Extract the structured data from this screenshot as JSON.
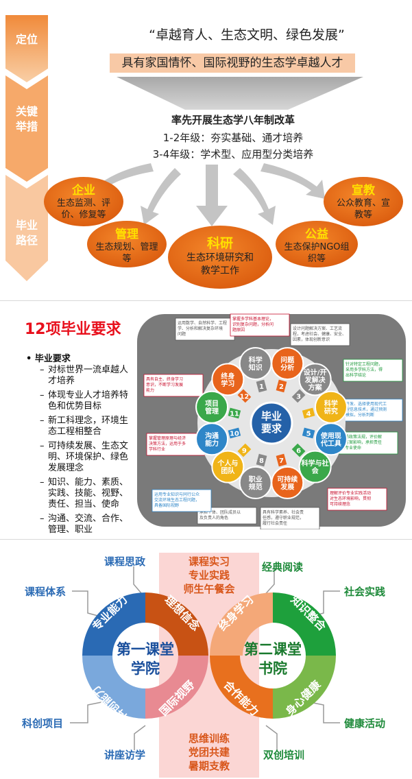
{
  "section1": {
    "stages": [
      "定位",
      "关键\n举措",
      "毕业\n路径"
    ],
    "motto": "“卓越育人、生态文明、绿色发展”",
    "goal": "具有家国情怀、国际视野的生态学卓越人才",
    "reform_title": "率先开展生态学八年制改革",
    "years": [
      "1-2年级：夯实基础、通才培养",
      "3-4年级：学术型、应用型分类培养"
    ],
    "paths": [
      {
        "title": "企业",
        "desc": [
          "生态监测、评",
          "价、修复等"
        ]
      },
      {
        "title": "管理",
        "desc": [
          "生态规划、管理",
          "等"
        ]
      },
      {
        "title": "科研",
        "desc": [
          "生态环境研究和",
          "教学工作"
        ]
      },
      {
        "title": "公益",
        "desc": [
          "生态保护NGO组",
          "织等"
        ]
      },
      {
        "title": "宣教",
        "desc": [
          "公众教育、宣",
          "教等"
        ]
      }
    ]
  },
  "section2": {
    "title": "12项毕业要求",
    "req_head": "毕业要求",
    "req_items": [
      "对标世界一流卓越人才培养",
      "体现专业人才培养特色和优势目标",
      "新工科理念，环境生态工程相整合",
      "可持续发展、生态文明、环境保护、绿色发展理念",
      "知识、能力、素质、实践、技能、视野、责任、担当、使命",
      "沟通、交流、合作、管理、职业"
    ],
    "center": [
      "毕业",
      "要求"
    ],
    "nodes": [
      {
        "label": [
          "问题",
          "分析"
        ],
        "color": "#e8641c",
        "num": "2"
      },
      {
        "label": [
          "设计/开",
          "发解决",
          "方案"
        ],
        "color": "#888888",
        "num": "3"
      },
      {
        "label": [
          "科学",
          "研究"
        ],
        "color": "#f0b418",
        "num": "4"
      },
      {
        "label": [
          "使用现",
          "代工具"
        ],
        "color": "#2e86c8",
        "num": "5"
      },
      {
        "label": [
          "科学与社",
          "会"
        ],
        "color": "#3aa84a",
        "num": "6"
      },
      {
        "label": [
          "可持续",
          "发展"
        ],
        "color": "#e8641c",
        "num": "7"
      },
      {
        "label": [
          "职业",
          "规范"
        ],
        "color": "#888888",
        "num": "8"
      },
      {
        "label": [
          "个人与",
          "团队"
        ],
        "color": "#f0b418",
        "num": "9"
      },
      {
        "label": [
          "沟通",
          "能力"
        ],
        "color": "#2e86c8",
        "num": "10"
      },
      {
        "label": [
          "项目",
          "管理"
        ],
        "color": "#3aa84a",
        "num": "11"
      },
      {
        "label": [
          "终身",
          "学习"
        ],
        "color": "#e8641c",
        "num": "12"
      },
      {
        "label": [
          "科学",
          "知识"
        ],
        "color": "#888888",
        "num": "1"
      }
    ],
    "notes": [
      {
        "lines": [
          "运用数学、自然科学、工程",
          "学、分析和解决复杂环境",
          "问题"
        ],
        "color": "#555555"
      },
      {
        "lines": [
          "掌握多学科基本理论，",
          "识别复杂问题，分析问",
          "题原因"
        ],
        "color": "#c8102e"
      },
      {
        "lines": [
          "设计问题解决方案、工艺流",
          "程，考虑社会、健康、安全、",
          "因素，体现创新意识"
        ],
        "color": "#555555"
      },
      {
        "lines": [
          "针对特定工程问题，",
          "采用多学科方法，得",
          "出科学结论"
        ],
        "color": "#1e9a3c"
      },
      {
        "lines": [
          "开发、选择使用现代工",
          "程信息技术，通过预测",
          "模拟，分析判断"
        ],
        "color": "#2e86c8"
      },
      {
        "lines": [
          "熟悉政策法规，评价解",
          "决方案影响，承担责任",
          "和专业使命"
        ],
        "color": "#1e9a3c"
      },
      {
        "lines": [
          "理解评价专业实践活动",
          "对生态环境影响，贯彻",
          "可持续理念"
        ],
        "color": "#c8102e"
      },
      {
        "lines": [
          "具有科学素养、社会责",
          "任感，遵守职业规范，",
          "履行社会责任"
        ],
        "color": "#555555"
      },
      {
        "lines": [
          "承担个体、团队成员以",
          "及负责人的角色"
        ],
        "color": "#555555"
      },
      {
        "lines": [
          "运用专业知识与同行公众",
          "交流环境生态工程问题，",
          "具备国际视野"
        ],
        "color": "#2e86c8"
      },
      {
        "lines": [
          "掌握管理原理与经济",
          "决策方法，运用于多",
          "学科行业"
        ],
        "color": "#c8102e"
      },
      {
        "lines": [
          "具有自主、终身学习",
          "意识，不断学习发展",
          "能力"
        ],
        "color": "#c8102e"
      }
    ]
  },
  "section3": {
    "left_title": [
      "第一课堂",
      "学院"
    ],
    "right_title": [
      "第二课堂",
      "书院"
    ],
    "ring_labels": [
      "专业能力",
      "理想信念",
      "终身学习",
      "知识整合",
      "国际视野",
      "合作能力",
      "科创能力",
      "身心健康"
    ],
    "top_center": [
      "课程实习",
      "专业实践",
      "师生午餐会"
    ],
    "bottom_center": [
      "思维训练",
      "党团共建",
      "暑期支教"
    ],
    "left_labels": [
      "课程思政",
      "课程体系",
      "科创项目",
      "讲座访学"
    ],
    "right_labels": [
      "经典阅读",
      "社会实践",
      "健康活动",
      "双创培训"
    ],
    "colors": {
      "blue": "#2a6ab4",
      "dark_orange": "#c85214",
      "orange": "#e8701e",
      "peach": "#f4a878",
      "green": "#1ea03c",
      "light_green": "#7ab84a",
      "light_blue": "#7aa8dc",
      "pink": "#e88a92",
      "band": "#fbd6d4"
    }
  }
}
